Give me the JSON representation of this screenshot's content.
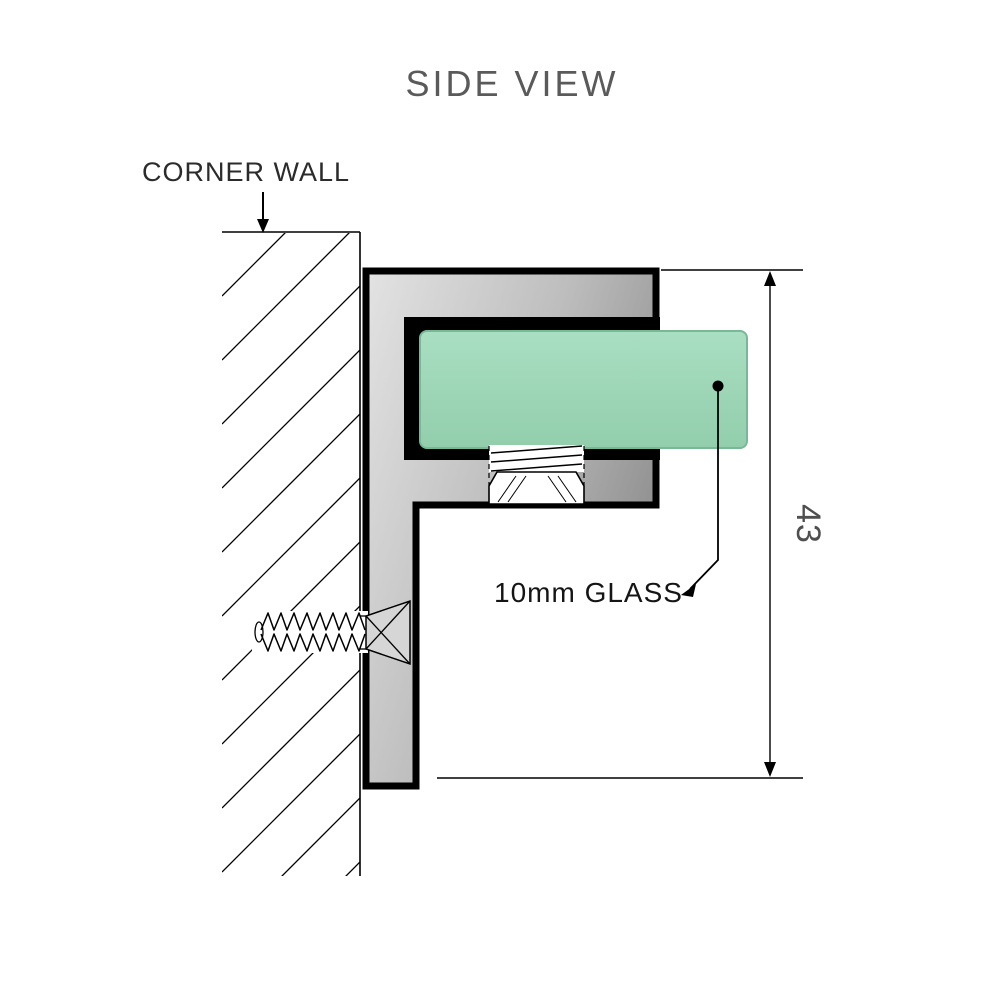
{
  "diagram": {
    "title": "SIDE VIEW",
    "wall_label": "CORNER WALL",
    "glass_label": "10mm GLASS",
    "dimension_label": "43",
    "colors": {
      "title_text": "#5a5a5a",
      "label_text": "#2b2b2b",
      "glass_label_text": "#151515",
      "dimension_text": "#4f4f4f",
      "outline": "#000000",
      "metal_light": "#e3e3e3",
      "metal_mid": "#bdbdbd",
      "metal_dark": "#8d8d8d",
      "glass_light": "#a9dec2",
      "glass_dark": "#92ceac",
      "glass_edge": "#79b897"
    }
  }
}
